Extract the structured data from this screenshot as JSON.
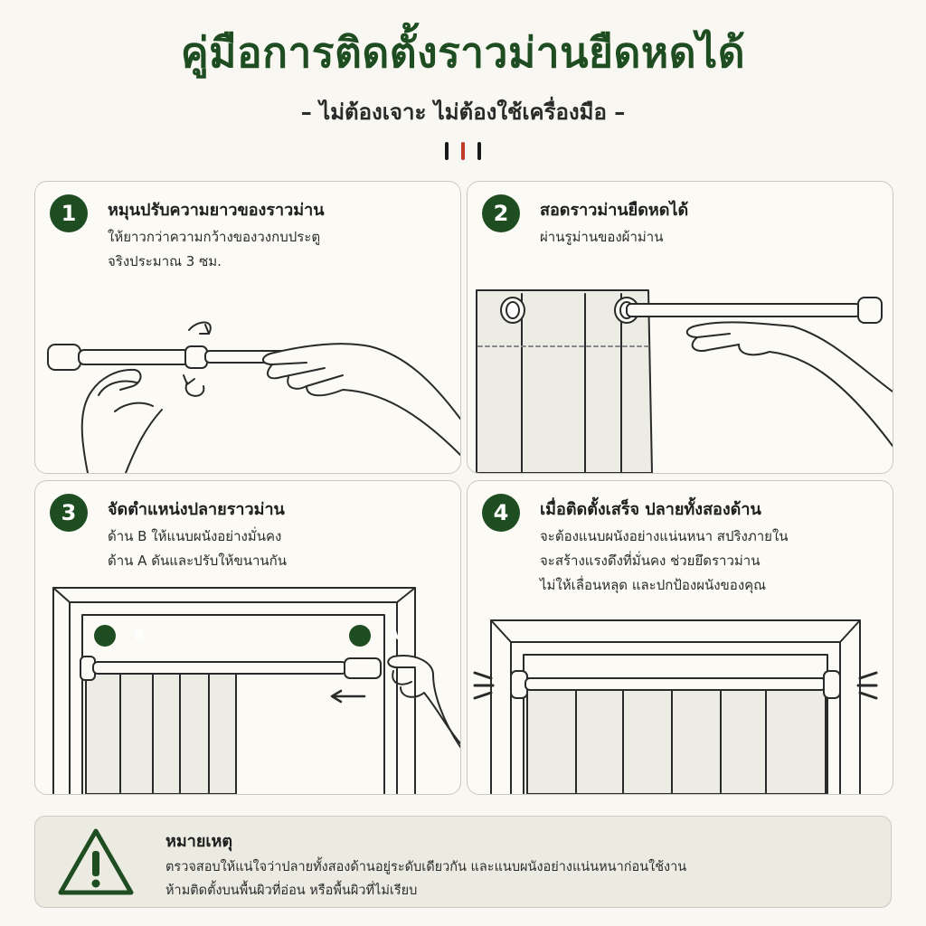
{
  "title": "คู่มือการติดตั้งราวม่านยืดหดได้",
  "subtitle": "– ไม่ต้องเจาะ ไม่ต้องใช้เครื่องมือ –",
  "accent_color": "#1f4d22",
  "dash_colors": [
    "#1a1a1a",
    "#c0392b",
    "#1a1a1a"
  ],
  "steps": [
    {
      "number": "1",
      "heading": "หมุนปรับความยาวของราวม่าน",
      "lines": [
        "ให้ยาวกว่าความกว้างของวงกบประตู",
        "จริงประมาณ 3 ซม."
      ]
    },
    {
      "number": "2",
      "heading": "สอดราวม่านยืดหดได้",
      "lines": [
        "ผ่านรูม่านของผ้าม่าน"
      ]
    },
    {
      "number": "3",
      "heading": "จัดตำแหน่งปลายราวม่าน",
      "lines": [
        "ด้าน B ให้แนบผนังอย่างมั่นคง",
        "ด้าน A ดันและปรับให้ขนานกัน"
      ],
      "marker_b": "B",
      "marker_a": "A"
    },
    {
      "number": "4",
      "heading": "เมื่อติดตั้งเสร็จ ปลายทั้งสองด้าน",
      "lines": [
        "จะต้องแนบผนังอย่างแน่นหนา สปริงภายใน",
        "จะสร้างแรงดึงที่มั่นคง ช่วยยึดราวม่าน",
        "ไม่ให้เลื่อนหลุด และปกป้องผนังของคุณ"
      ]
    }
  ],
  "note": {
    "icon": "warning-icon",
    "title": "หมายเหตุ",
    "lines": [
      "ตรวจสอบให้แน่ใจว่าปลายทั้งสองด้านอยู่ระดับเดียวกัน และแนบผนังอย่างแน่นหนาก่อนใช้งาน",
      "ห้ามติดตั้งบนพื้นผิวที่อ่อน หรือพื้นผิวที่ไม่เรียบ"
    ]
  }
}
